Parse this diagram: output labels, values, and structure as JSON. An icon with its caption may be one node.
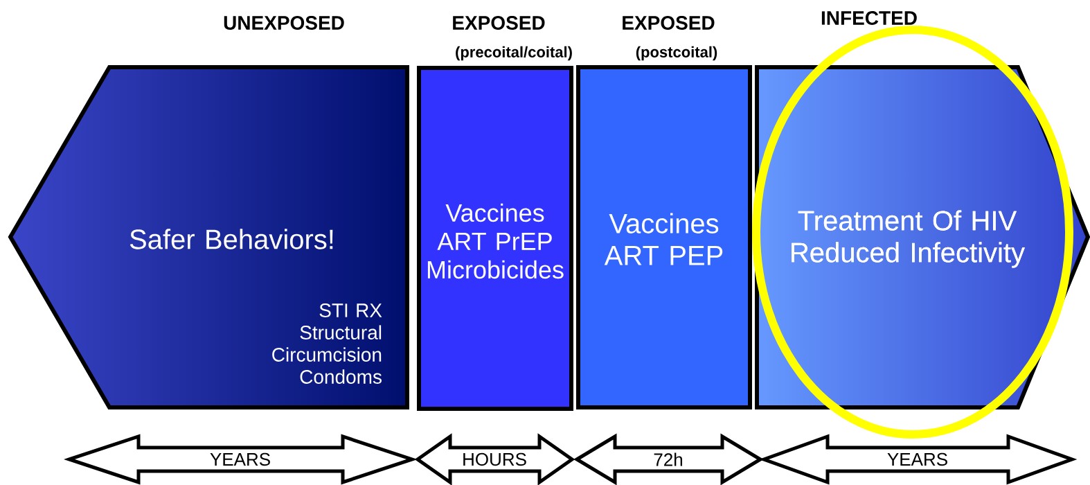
{
  "diagram": {
    "nodes": [
      {
        "text": [
          "UNEXPOSED",
          "Safer Behaviors!",
          "STI RX Structural Circumcision Condoms"
        ]
      },
      {
        "text": [
          "EXPOSED",
          "(precoital/coital)",
          "Vaccines ART PrEP Microbicides"
        ]
      },
      {
        "text": [
          "EXPOSED",
          "(postcoital)",
          "Vaccines ART PEP"
        ]
      },
      {
        "text": [
          "INFECTED",
          "Treatment Of HIV Reduced Infectivity"
        ]
      },
      {
        "text": [
          "YEARS"
        ]
      },
      {
        "text": [
          "HOURS"
        ]
      },
      {
        "text": [
          "72h"
        ]
      },
      {
        "text": [
          "YEARS"
        ]
      }
    ]
  }
}
